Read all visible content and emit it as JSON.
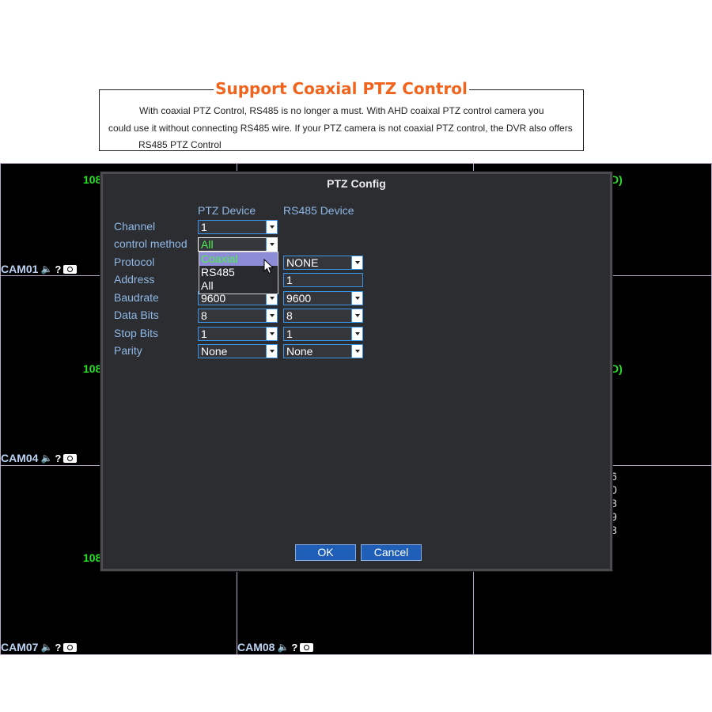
{
  "promo": {
    "title": "Support Coaxial PTZ Control",
    "line1": "With coaxial PTZ Control, RS485 is no longer a must.  With AHD coaixal PTZ control camera you",
    "line2": "could use it without connecting RS485 wire. If your PTZ camera is not coaxial PTZ control, the DVR also offers",
    "line3": "RS485 PTZ Control"
  },
  "grid": {
    "res_partial": "108",
    "res_right_partial": "D)",
    "right_digits": [
      "6",
      "0",
      "8",
      "9",
      "8"
    ],
    "cams": {
      "cam01": "CAM01",
      "cam04": "CAM04",
      "cam07": "CAM07",
      "cam08": "CAM08"
    },
    "qmark": "?"
  },
  "dialog": {
    "title": "PTZ Config",
    "col_ptz": "PTZ Device",
    "col_rs485": "RS485 Device",
    "labels": {
      "channel": "Channel",
      "control_method": "control method",
      "protocol": "Protocol",
      "address": "Address",
      "baudrate": "Baudrate",
      "data_bits": "Data Bits",
      "stop_bits": "Stop Bits",
      "parity": "Parity"
    },
    "ptz": {
      "channel": "1",
      "control_method": "All",
      "baudrate": "9600",
      "data_bits": "8",
      "stop_bits": "1",
      "parity": "None"
    },
    "rs485": {
      "protocol": "NONE",
      "address": "1",
      "baudrate": "9600",
      "data_bits": "8",
      "stop_bits": "1",
      "parity": "None"
    },
    "dropdown_options": [
      "Coaxial",
      "RS485",
      "All"
    ],
    "ok_label": "OK",
    "cancel_label": "Cancel"
  },
  "colors": {
    "title_orange": "#f0641e",
    "label_blue": "#8fb8e6",
    "field_border": "#3a95e6",
    "resolution_green": "#27e127",
    "button_blue": "#1f5fb8"
  },
  "icons": [
    "speaker-muted-icon",
    "question-icon",
    "camera-icon",
    "dropdown-arrow-icon",
    "mouse-cursor-icon"
  ]
}
